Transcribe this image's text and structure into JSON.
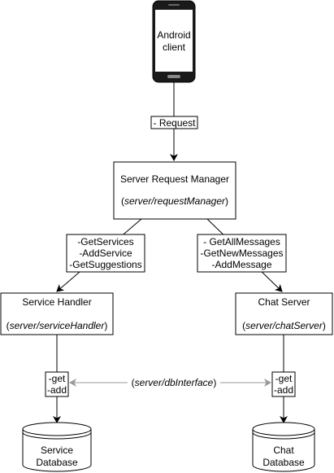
{
  "phone": {
    "line1": "Android",
    "line2": "client"
  },
  "request_label": "- Request",
  "request_manager": {
    "title": "Server Request Manager",
    "path_open": "(",
    "path": "server/requestManager",
    "path_close": ")"
  },
  "service_ops": [
    "-GetServices",
    "-AddService",
    "-GetSuggestions"
  ],
  "chat_ops": [
    "- GetAllMessages",
    "-GetNewMessages",
    "-AddMessage"
  ],
  "service_handler": {
    "title": "Service Handler",
    "path_open": "(",
    "path": "server/serviceHandler",
    "path_close": ")"
  },
  "chat_server": {
    "title": "Chat Server",
    "path_open": "(",
    "path": "server/chatServer",
    "path_close": ")"
  },
  "db_ops_left": [
    "-get",
    "-add"
  ],
  "db_ops_right": [
    "-get",
    "-add"
  ],
  "db_interface": {
    "open": "(",
    "path": "server/dbInterface",
    "close": ")"
  },
  "service_db": {
    "line1": "Service",
    "line2": "Database"
  },
  "chat_db": {
    "line1": "Chat",
    "line2": "Database"
  },
  "colors": {
    "stroke": "#000000",
    "dashed_link": "#999999",
    "screen": "#ffffff",
    "phone_body": "#1a1a1a"
  }
}
